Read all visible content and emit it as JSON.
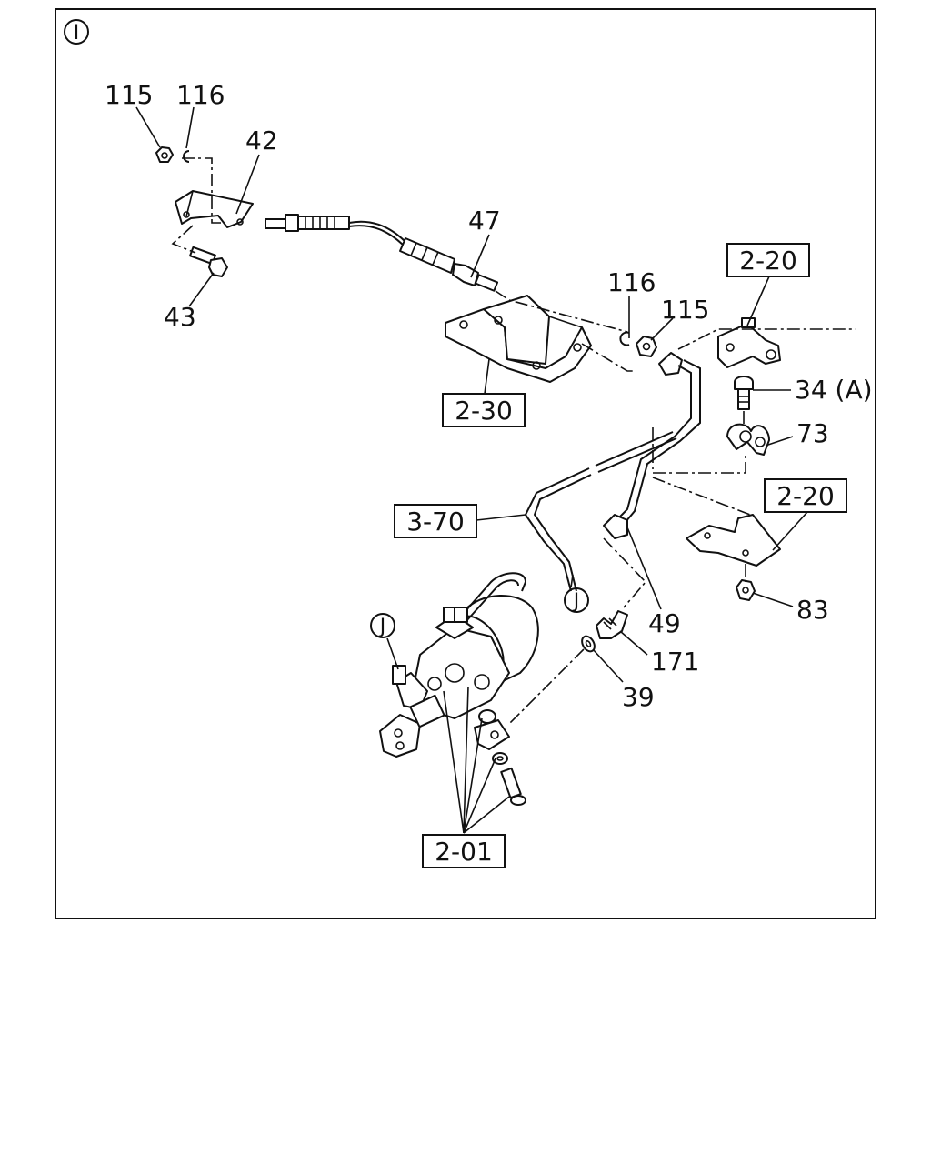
{
  "view_marker": "I",
  "callouts": [
    {
      "id": "c115a",
      "text": "115"
    },
    {
      "id": "c116a",
      "text": "116"
    },
    {
      "id": "c42",
      "text": "42"
    },
    {
      "id": "c43",
      "text": "43"
    },
    {
      "id": "c47",
      "text": "47"
    },
    {
      "id": "c116b",
      "text": "116"
    },
    {
      "id": "c115b",
      "text": "115"
    },
    {
      "id": "c34",
      "text": "34 (A)"
    },
    {
      "id": "c73",
      "text": "73"
    },
    {
      "id": "c83",
      "text": "83"
    },
    {
      "id": "c49",
      "text": "49"
    },
    {
      "id": "c171",
      "text": "171"
    },
    {
      "id": "c39",
      "text": "39"
    }
  ],
  "references": [
    {
      "id": "r220a",
      "text": "2-20"
    },
    {
      "id": "r230",
      "text": "2-30"
    },
    {
      "id": "r220b",
      "text": "2-20"
    },
    {
      "id": "r370",
      "text": "3-70"
    },
    {
      "id": "r201",
      "text": "2-01"
    }
  ],
  "connectors": [
    {
      "id": "j1",
      "text": "J"
    },
    {
      "id": "j2",
      "text": "J"
    }
  ]
}
